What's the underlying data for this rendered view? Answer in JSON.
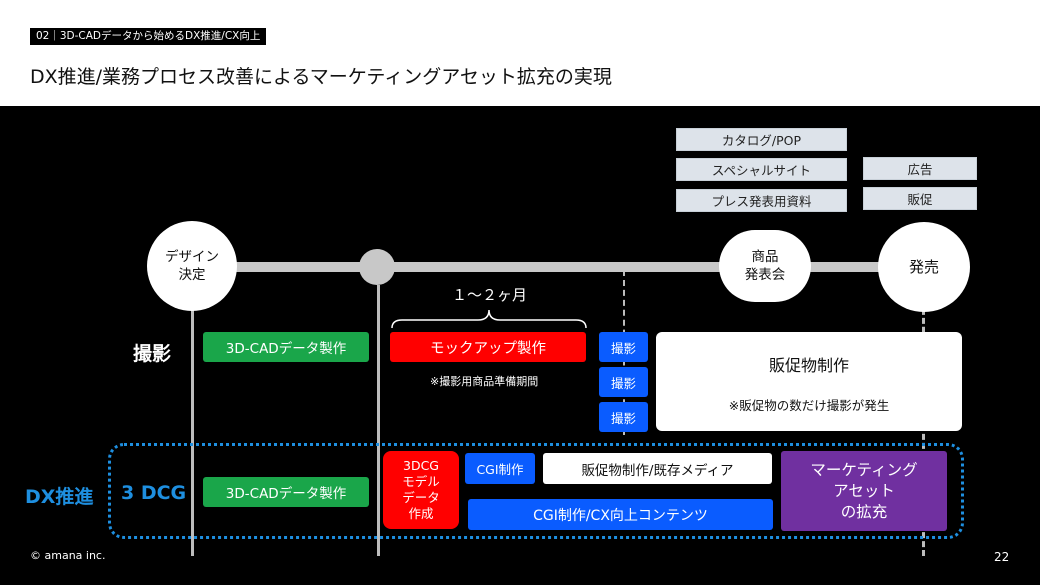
{
  "header": {
    "section_tag": "02｜3D-CADデータから始めるDX推進/CX向上",
    "title": "DX推進/業務プロセス改善によるマーケティングアセット拡充の実現"
  },
  "timeline": {
    "design_decision": [
      "デザイン",
      "決定"
    ],
    "product_launch_event": [
      "商品",
      "発表会"
    ],
    "release": "発売",
    "duration": "１～２ヶ月"
  },
  "deliverables": {
    "left": [
      "カタログ/POP",
      "スペシャルサイト",
      "プレス発表用資料"
    ],
    "right": [
      "広告",
      "販促"
    ]
  },
  "rows": {
    "photo_label": "撮影",
    "dx_label": "DX推進",
    "cg_label": "3 DCG"
  },
  "photo_row": {
    "cad_data": "3D-CADデータ製作",
    "mockup": "モックアップ製作",
    "mockup_note": "※撮影用商品準備期間",
    "shoot_boxes": [
      "撮影",
      "撮影",
      "撮影"
    ],
    "promo_title": "販促物制作",
    "promo_note": "※販促物の数だけ撮影が発生"
  },
  "dx_row": {
    "cad_data": "3D-CADデータ製作",
    "model_creation": [
      "3DCG",
      "モデル",
      "データ",
      "作成"
    ],
    "cgi_production": "CGI制作",
    "promo_existing": "販促物制作/既存メディア",
    "cgi_cx": "CGI制作/CX向上コンテンツ",
    "marketing_asset": [
      "マーケティング",
      "アセット",
      "の拡充"
    ]
  },
  "footer": {
    "copyright": "© amana inc.",
    "page_number": "22"
  },
  "colors": {
    "green": "#1aa64a",
    "red": "#ff0000",
    "blue": "#0a5cff",
    "purple": "#7030a0",
    "dx_blue": "#1e8fe0",
    "note_box": "#dde3ea"
  }
}
